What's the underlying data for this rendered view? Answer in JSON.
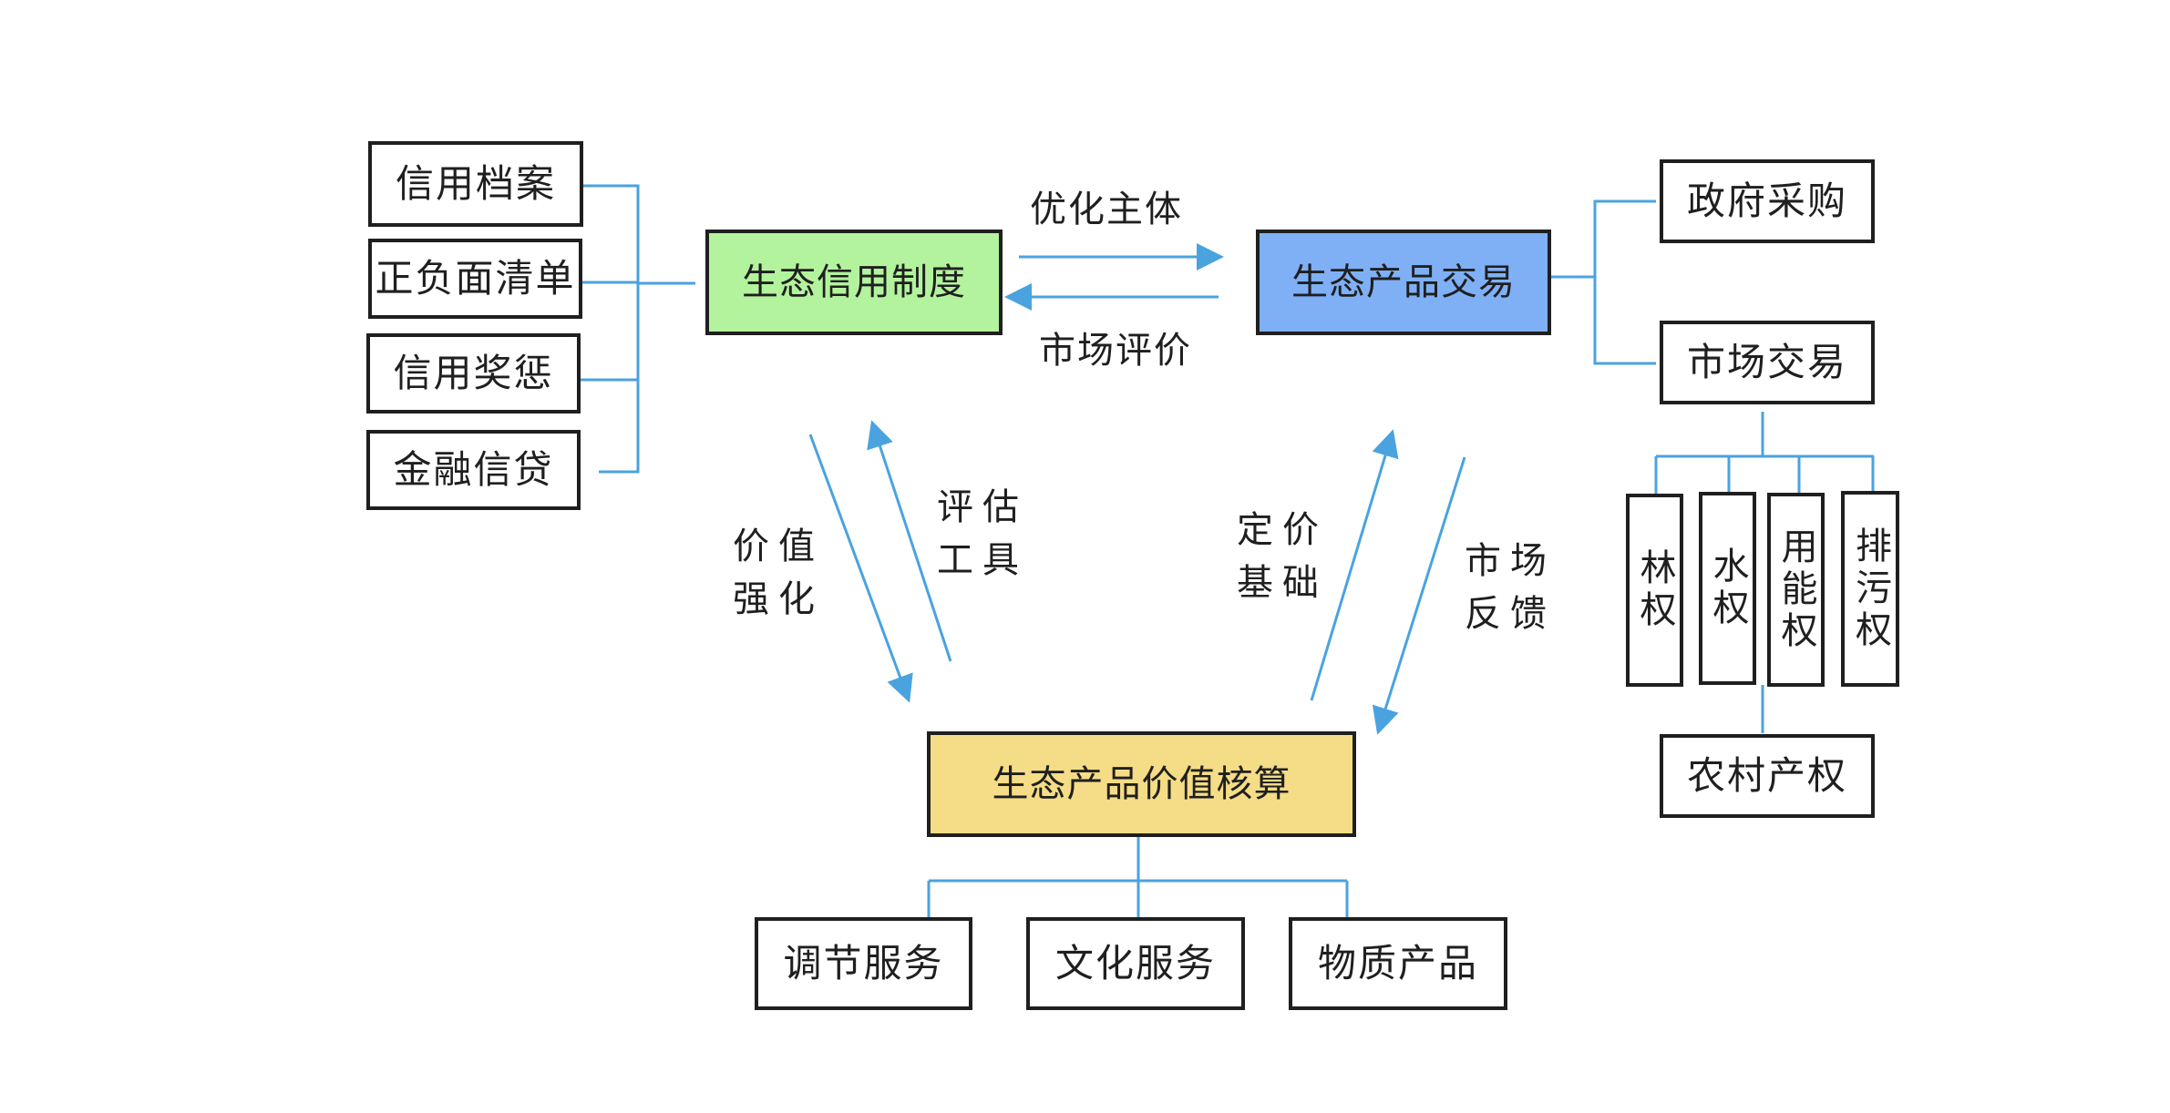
{
  "diagram": {
    "main": {
      "credit_system": "生态信用制度",
      "product_trade": "生态产品交易",
      "value_accounting": "生态产品价值核算"
    },
    "credit_items": [
      "信用档案",
      "正负面清单",
      "信用奖惩",
      "金融信贷"
    ],
    "trade_items": [
      "政府采购",
      "市场交易"
    ],
    "rights_items": [
      "林权",
      "水权",
      "用能权",
      "排污权"
    ],
    "rural_rights": "农村产权",
    "service_items": [
      "调节服务",
      "文化服务",
      "物质产品"
    ],
    "flow_labels": {
      "optimize_subject": "优化主体",
      "market_evaluation": "市场评价",
      "value_strengthen": "价值强化",
      "assessment_tool": "评估工具",
      "pricing_basis": "定价基础",
      "market_feedback": "市场反馈"
    },
    "colors": {
      "credit_system": "#b3f39d",
      "product_trade": "#7fb0f6",
      "value_accounting": "#f5dc86",
      "connector": "#4aa3df"
    }
  }
}
